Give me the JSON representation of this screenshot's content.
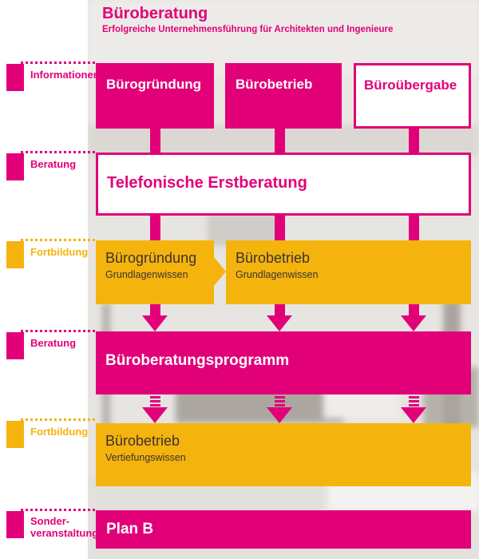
{
  "header": {
    "title": "Büroberatung",
    "subtitle": "Erfolgreiche Unternehmensführung für Architekten und Ingenieure"
  },
  "sidebar": {
    "sections": [
      {
        "label": "Informationen",
        "color": "magenta"
      },
      {
        "label": "Beratung",
        "color": "magenta"
      },
      {
        "label": "Fortbildung",
        "color": "yellow"
      },
      {
        "label": "Beratung",
        "color": "magenta"
      },
      {
        "label": "Fortbildung",
        "color": "yellow"
      },
      {
        "label_line1": "Sonder-",
        "label_line2": "veranstaltung",
        "color": "magenta"
      }
    ]
  },
  "flow": {
    "information_boxes": [
      {
        "label": "Bürogründung",
        "variant": "filled"
      },
      {
        "label": "Bürobetrieb",
        "variant": "filled"
      },
      {
        "label": "Büroübergabe",
        "variant": "outline"
      }
    ],
    "erstberatung": {
      "label": "Telefonische Erstberatung"
    },
    "fortbildung_grundlagen": [
      {
        "title": "Bürogründung",
        "subtitle": "Grundlagenwissen"
      },
      {
        "title": "Bürobetrieb",
        "subtitle": "Grundlagenwissen"
      }
    ],
    "beratungsprogramm": {
      "label": "Büroberatungsprogramm"
    },
    "fortbildung_vertiefung": {
      "title": "Bürobetrieb",
      "subtitle": "Vertiefungswissen"
    },
    "sonderveranstaltung": {
      "label": "Plan B"
    }
  },
  "colors": {
    "magenta": "#E20079",
    "yellow": "#F5B30E",
    "text_dark": "#38342E"
  }
}
